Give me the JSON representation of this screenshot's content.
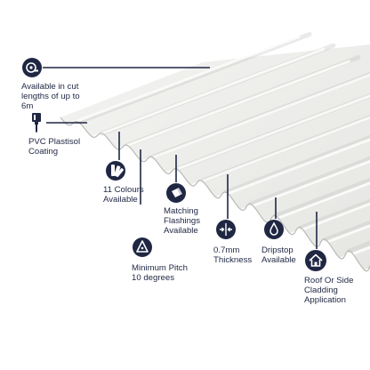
{
  "theme": {
    "navy": "#1f2743",
    "sheet_light": "#f5f5f3",
    "sheet_mid": "#e2e2df",
    "sheet_dark": "#c4c4c1",
    "icon_fg": "#ffffff"
  },
  "features": [
    {
      "id": "cut-lengths",
      "icon": "tape-measure-icon",
      "label": "Available in cut\nlengths of up to\n6m"
    },
    {
      "id": "coating",
      "icon": "paint-brush-icon",
      "label": "PVC Plastisol\nCoating"
    },
    {
      "id": "colours",
      "icon": "colour-swatch-icon",
      "label": "11 Colours\nAvailable"
    },
    {
      "id": "flashings",
      "icon": "flashing-icon",
      "label": "Matching\nFlashings\nAvailable"
    },
    {
      "id": "pitch",
      "icon": "pitch-triangle-icon",
      "label": "Minimum Pitch\n10 degrees"
    },
    {
      "id": "thickness",
      "icon": "thickness-icon",
      "label": "0.7mm\nThickness"
    },
    {
      "id": "dripstop",
      "icon": "water-drop-icon",
      "label": "Dripstop\nAvailable"
    },
    {
      "id": "application",
      "icon": "house-icon",
      "label": "Roof Or Side\nCladding\nApplication"
    }
  ]
}
